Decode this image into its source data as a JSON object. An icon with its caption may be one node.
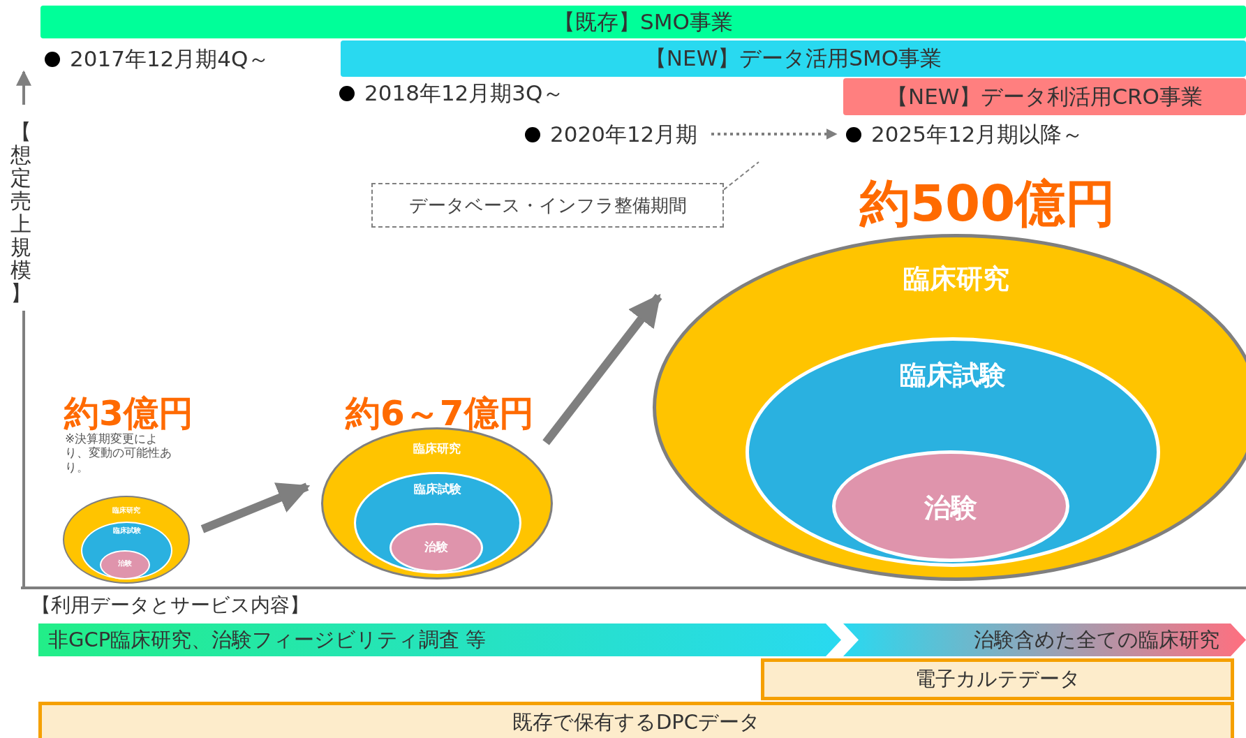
{
  "diagram": {
    "nodes": [
      {
        "text": [
          "【既存】SMO事業"
        ]
      },
      {
        "text": [
          "【NEW】データ活用SMO事業"
        ]
      },
      {
        "text": [
          "【NEW】データ利活用CRO事業"
        ]
      },
      {
        "text": [
          "2020年12月期"
        ]
      },
      {
        "text": [
          "2025年12月期以降～"
        ]
      },
      {
        "text": [
          "データベース・インフラ整備期間"
        ]
      },
      {
        "text": [
          "臨床研究"
        ],
        "beside": [
          "約3億円",
          "※決算期変更により、変動の可能性あり。"
        ]
      },
      {
        "text": [
          "臨床試験"
        ],
        "in": 6
      },
      {
        "text": [
          "治験"
        ],
        "in": 7
      },
      {
        "text": [
          "臨床研究"
        ],
        "beside": [
          "約6～7億円"
        ]
      },
      {
        "text": [
          "臨床試験"
        ],
        "in": 9
      },
      {
        "text": [
          "治験"
        ],
        "in": 10
      },
      {
        "text": [
          "臨床研究"
        ],
        "beside": [
          "約500億円"
        ]
      },
      {
        "text": [
          "臨床試験"
        ],
        "in": 12
      },
      {
        "text": [
          "治験"
        ],
        "in": 13
      },
      {
        "text": [
          "非GCP臨床研究、治験フィージビリティ調査 等"
        ]
      },
      {
        "text": [
          "治験含めた全ての臨床研究"
        ]
      },
      {
        "text": [
          "電子カルテデータ"
        ]
      },
      {
        "text": [
          "既存で保有するDPCデータ"
        ]
      },
      {
        "text": [
          "2017年12月期4Q～"
        ]
      },
      {
        "text": [
          "2018年12月期3Q～"
        ]
      }
    ],
    "edges": [
      {
        "from": 3,
        "to": 4,
        "arrow": "to",
        "style": "dashed"
      },
      {
        "from": 5,
        "to": null,
        "arrow": "none",
        "style": "dashed"
      },
      {
        "from": 6,
        "to": 9,
        "arrow": "to",
        "style": "thick"
      },
      {
        "from": 9,
        "to": 12,
        "arrow": "to",
        "style": "thick"
      }
    ],
    "labels": [
      "【想定売上規模】",
      "【利用データとサービス内容】"
    ]
  }
}
